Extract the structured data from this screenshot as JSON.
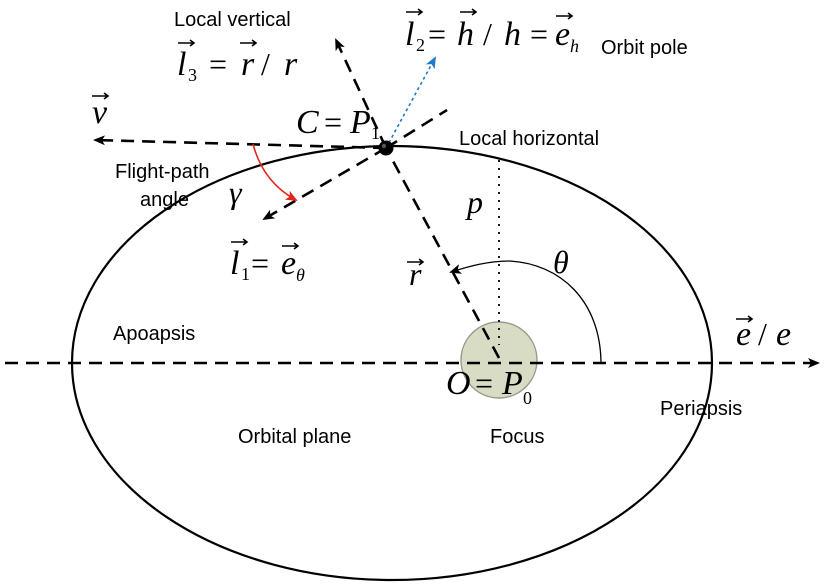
{
  "labels": {
    "local_vertical": "Local vertical",
    "orbit_pole": "Orbit pole",
    "local_horizontal": "Local horizontal",
    "flight_path_angle_line1": "Flight-path",
    "flight_path_angle_line2": "angle",
    "apoapsis": "Apoapsis",
    "periapsis": "Periapsis",
    "orbital_plane": "Orbital plane",
    "focus": "Focus"
  },
  "math": {
    "l3_eq": "l3 = r / r",
    "l2_eq": "l2 = h / h = eh",
    "v": "v",
    "c_eq": "C = P1",
    "gamma": "γ",
    "l1_eq": "l1 = eθ",
    "p": "p",
    "r": "r",
    "theta": "θ",
    "o_eq": "O = P0",
    "e_over_e": "e / e"
  },
  "colors": {
    "line": "#000000",
    "focus_fill": "#d9dcc5",
    "focus_stroke": "#9a9a88",
    "h_vector": "#1f7bc4",
    "gamma_arc": "#e8231c",
    "spacecraft": "#000000"
  }
}
